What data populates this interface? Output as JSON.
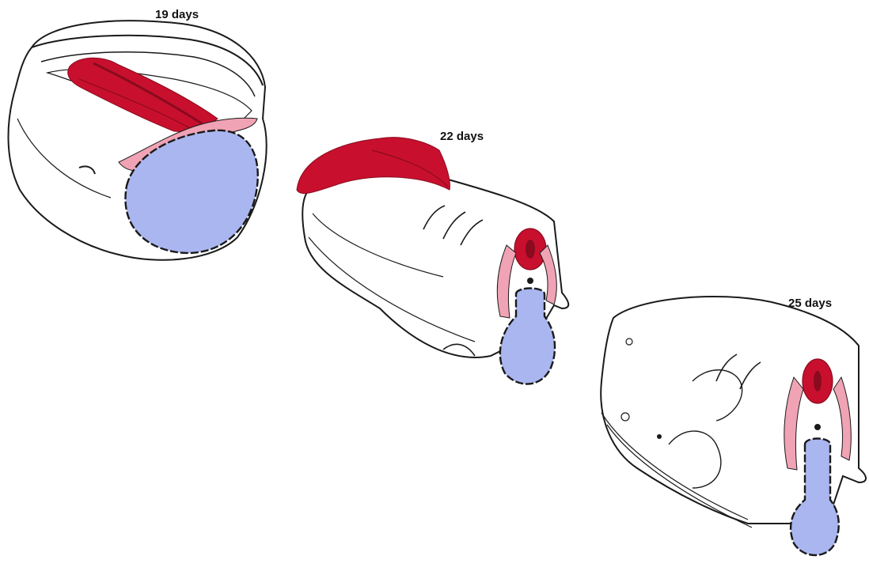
{
  "stages": [
    {
      "label": "19 days"
    },
    {
      "label": "22 days"
    },
    {
      "label": "25 days"
    }
  ],
  "colors": {
    "neural_tissue": "#c8102e",
    "neural_tissue_dark": "#8a0a1e",
    "mesoderm": "#f0a3b4",
    "endoderm_cavity": "#aab6ef",
    "outline": "#1a1a1a",
    "surface": "#ffffff"
  }
}
